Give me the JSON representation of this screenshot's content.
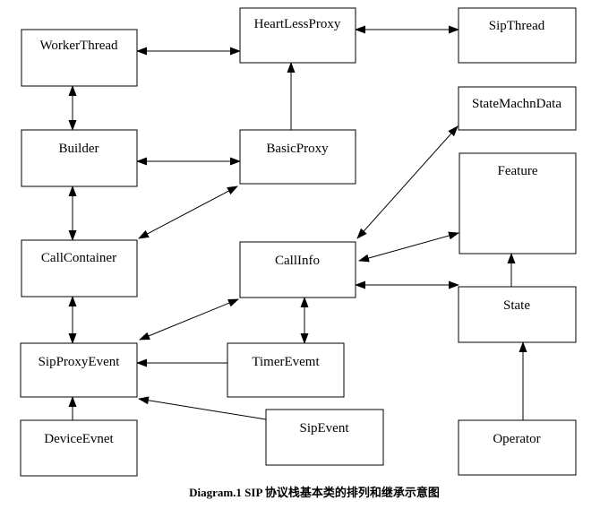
{
  "caption": "Diagram.1 SIP 协议栈基本类的排列和继承示意图",
  "nodes": {
    "worker_thread": "WorkerThread",
    "heartless_proxy": "HeartLessProxy",
    "sip_thread": "SipThread",
    "builder": "Builder",
    "basic_proxy": "BasicProxy",
    "state_machn_data": "StateMachnData",
    "feature": "Feature",
    "call_container": "CallContainer",
    "call_info": "CallInfo",
    "state": "State",
    "sip_proxy_event": "SipProxyEvent",
    "timer_evemt": "TimerEvemt",
    "device_evnet": "DeviceEvnet",
    "sip_event": "SipEvent",
    "operator": "Operator"
  },
  "edges": [
    {
      "from": "WorkerThread",
      "to": "HeartLessProxy",
      "arrows": "both"
    },
    {
      "from": "HeartLessProxy",
      "to": "SipThread",
      "arrows": "both"
    },
    {
      "from": "WorkerThread",
      "to": "Builder",
      "arrows": "both"
    },
    {
      "from": "Builder",
      "to": "BasicProxy",
      "arrows": "both"
    },
    {
      "from": "Builder",
      "to": "CallContainer",
      "arrows": "both"
    },
    {
      "from": "BasicProxy",
      "to": "HeartLessProxy",
      "arrows": "end"
    },
    {
      "from": "CallContainer",
      "to": "BasicProxy",
      "arrows": "both"
    },
    {
      "from": "CallContainer",
      "to": "SipProxyEvent",
      "arrows": "both"
    },
    {
      "from": "SipProxyEvent",
      "to": "CallInfo",
      "arrows": "both"
    },
    {
      "from": "CallInfo",
      "to": "StateMachnData",
      "arrows": "both"
    },
    {
      "from": "CallInfo",
      "to": "Feature",
      "arrows": "both"
    },
    {
      "from": "CallInfo",
      "to": "State",
      "arrows": "both"
    },
    {
      "from": "CallInfo",
      "to": "TimerEvemt",
      "arrows": "both"
    },
    {
      "from": "TimerEvemt",
      "to": "SipProxyEvent",
      "arrows": "end"
    },
    {
      "from": "SipEvent",
      "to": "SipProxyEvent",
      "arrows": "end"
    },
    {
      "from": "DeviceEvnet",
      "to": "SipProxyEvent",
      "arrows": "end"
    },
    {
      "from": "Operator",
      "to": "State",
      "arrows": "end"
    },
    {
      "from": "State",
      "to": "Feature",
      "arrows": "end"
    }
  ]
}
